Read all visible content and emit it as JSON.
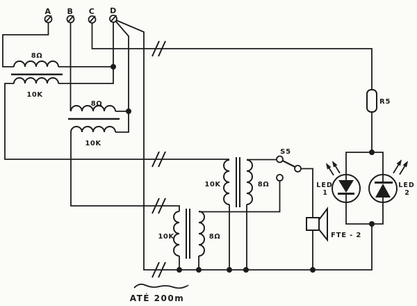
{
  "diagram": {
    "title_hint": "intercom line schematic",
    "terminals": [
      {
        "label": "A"
      },
      {
        "label": "B"
      },
      {
        "label": "C"
      },
      {
        "label": "D"
      }
    ],
    "transformers": [
      {
        "id": "T1",
        "top_winding": "8Ω",
        "bottom_winding": "10K",
        "orientation": "horizontal"
      },
      {
        "id": "T2",
        "top_winding": "8Ω",
        "bottom_winding": "10K",
        "orientation": "horizontal"
      },
      {
        "id": "T3",
        "left_winding": "10K",
        "right_winding": "8Ω",
        "orientation": "vertical"
      },
      {
        "id": "T4",
        "left_winding": "10K",
        "right_winding": "8Ω",
        "orientation": "vertical"
      }
    ],
    "switch": {
      "label": "S5"
    },
    "resistor": {
      "label": "R5"
    },
    "speaker": {
      "label": "FTE - 2"
    },
    "leds": [
      {
        "name": "LED",
        "number": "1",
        "direction": "cathode-down"
      },
      {
        "name": "LED",
        "number": "2",
        "direction": "cathode-up"
      }
    ],
    "line_note": {
      "label": "ATÉ 200m"
    },
    "line_breaks": {
      "symbol": "//",
      "count": 4
    },
    "colors": {
      "ink": "#1c1c1c",
      "paper": "#fbfbf8"
    }
  }
}
